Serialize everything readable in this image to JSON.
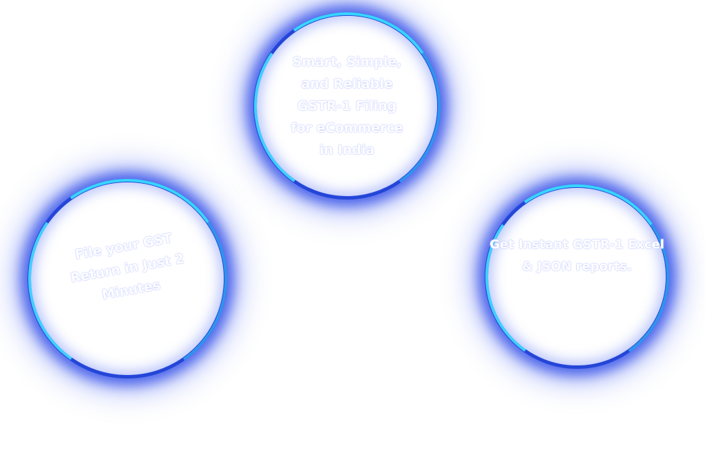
{
  "circles": [
    {
      "text": "Smart, Simple, and Reliable GSTR-1 Filing for eCommerce in India"
    },
    {
      "text": "File your GST Return in Just 2 Minutes"
    },
    {
      "text": "Get Instant GSTR-1 Excel & JSON reports."
    }
  ],
  "colors": {
    "ring": "#2446d8",
    "highlight": "#36d6ff",
    "background": "#ffffff"
  }
}
